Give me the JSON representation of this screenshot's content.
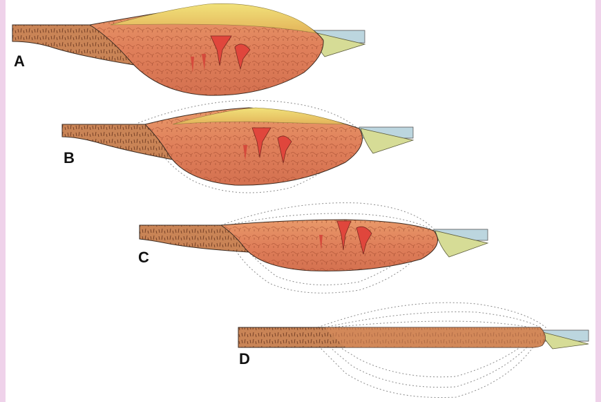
{
  "stages": [
    {
      "id": "A",
      "label": "A"
    },
    {
      "id": "B",
      "label": "B"
    },
    {
      "id": "C",
      "label": "C"
    },
    {
      "id": "D",
      "label": "D"
    }
  ],
  "colors": {
    "background_border": "#efd2ea",
    "crust": "#c77a4c",
    "crust_dark": "#8a4a2c",
    "mountain_core": "#e0825e",
    "mountain_rim": "#d06b47",
    "surface_yellow": "#e8d36a",
    "intrusion": "#e0463c",
    "sea": "#bcd6df",
    "sediment": "#d6dc96",
    "former_outline": "#8a8a8a"
  },
  "icons": [
    "mountain-root-cross-section",
    "dotted-former-outline",
    "granite-intrusion"
  ]
}
